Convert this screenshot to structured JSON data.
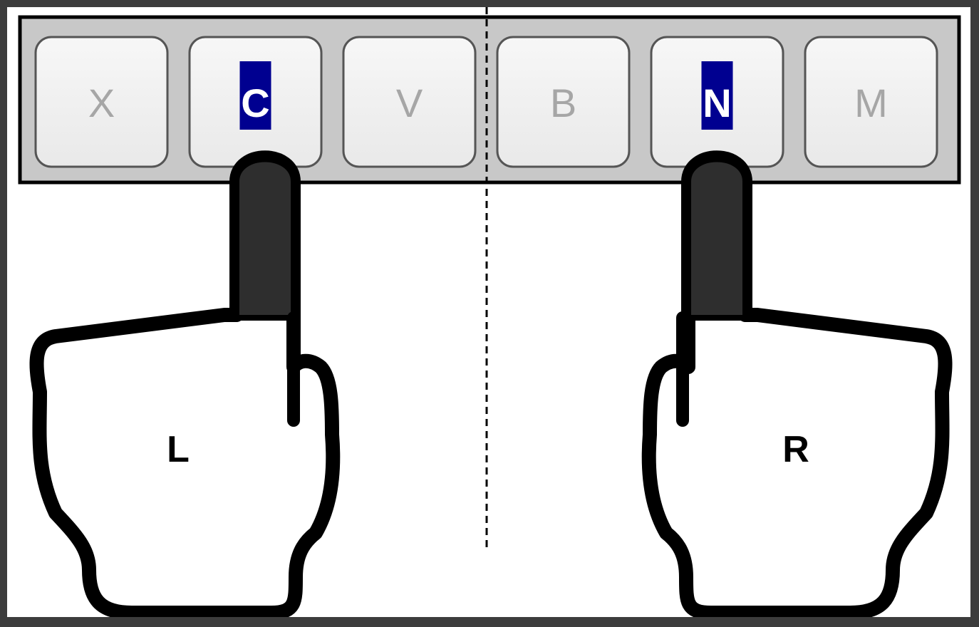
{
  "keyboard": {
    "keys": [
      {
        "letter": "X",
        "highlighted": false
      },
      {
        "letter": "C",
        "highlighted": true
      },
      {
        "letter": "V",
        "highlighted": false
      },
      {
        "letter": "B",
        "highlighted": false
      },
      {
        "letter": "N",
        "highlighted": true
      },
      {
        "letter": "M",
        "highlighted": false
      }
    ]
  },
  "hands": {
    "left_label": "L",
    "right_label": "R"
  },
  "colors": {
    "highlight_bg": "#000090",
    "highlight_text": "#ffffff",
    "key_text": "#a6a6a6",
    "finger_fill": "#2e2e2e",
    "outline": "#000000",
    "tray": "#c8c8c8"
  }
}
